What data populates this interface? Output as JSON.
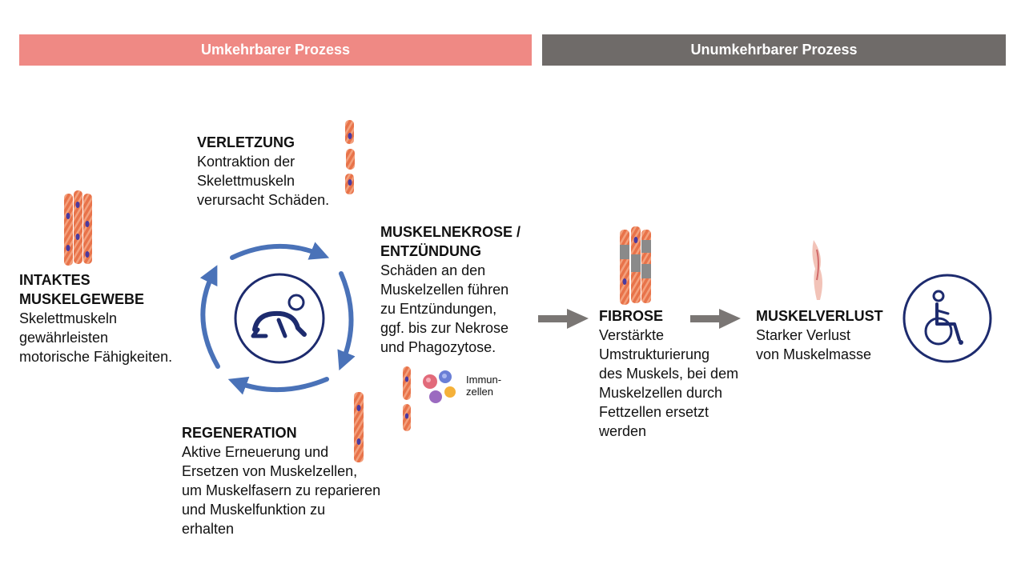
{
  "banners": {
    "reversible": "Umkehrbarer Prozess",
    "irreversible": "Unumkehrbarer Prozess"
  },
  "stages": {
    "intact": {
      "title_lines": [
        "INTAKTES",
        "MUSKELGEWEBE"
      ],
      "body_lines": [
        "Skelettmuskeln",
        "gewährleisten",
        "motorische Fähigkeiten."
      ]
    },
    "injury": {
      "title": "VERLETZUNG",
      "body_lines": [
        "Kontraktion der",
        "Skelettmuskeln",
        "verursacht Schäden."
      ]
    },
    "necrosis": {
      "title_lines": [
        "MUSKELNEKROSE /",
        "ENTZÜNDUNG"
      ],
      "body_lines": [
        "Schäden an den",
        "Muskelzellen führen",
        "zu Entzündungen,",
        "ggf. bis zur Nekrose",
        "und Phagozytose."
      ]
    },
    "regeneration": {
      "title": "REGENERATION",
      "body_lines": [
        "Aktive Erneuerung und",
        "Ersetzen von Muskelzellen,",
        "um Muskelfasern zu reparieren",
        "und Muskelfunktion zu",
        "erhalten"
      ]
    },
    "fibrosis": {
      "title": "FIBROSE",
      "body_lines": [
        "Verstärkte",
        "Umstrukturierung",
        "des Muskels, bei dem",
        "Muskelzellen durch",
        "Fettzellen ersetzt",
        "werden"
      ]
    },
    "muscle_loss": {
      "title": "MUSKELVERLUST",
      "body_lines": [
        "Starker Verlust",
        "von Muskelmasse"
      ]
    }
  },
  "immune_label_lines": [
    "Immun-",
    "zellen"
  ],
  "colors": {
    "reversible_banner": "#ef8984",
    "irreversible_banner": "#6f6b69",
    "cycle_arrow": "#4a72b8",
    "icon_circle": "#1d2b6e",
    "muscle": "#e8734a",
    "nucleus": "#4a3aa0",
    "process_arrow": "#7a7674"
  },
  "icons": [
    "crawling-baby-icon",
    "wheelchair-user-icon",
    "muscle-fiber-icon",
    "immune-cells-icon",
    "atrophied-leg-icon"
  ]
}
